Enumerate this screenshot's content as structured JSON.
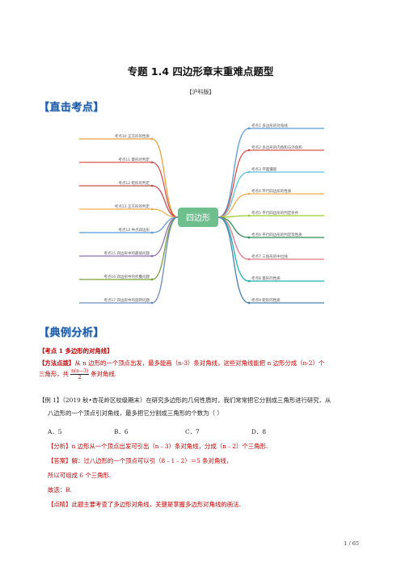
{
  "header": {
    "title": "专题 1.4    四边形章末重难点题型",
    "edition": "【沪科版】"
  },
  "banners": {
    "direct": "【直击考点】",
    "analysis": "【典例分析】"
  },
  "mindmap": {
    "center": "四边形",
    "right": [
      "考点1 多边形的对角线",
      "考点2 多边形的内角和与外角和",
      "考点3 平面镶嵌",
      "考点4 平行四边形的性质",
      "考点5 平行四边形的判定条件",
      "考点6 平行四边形的判定及性质",
      "考点7 三角形的中位线",
      "考点8 菱形的性质",
      "考点9 矩形的性质"
    ],
    "left": [
      "考点10 正方形的性质",
      "考点11 菱形的判定",
      "考点12 矩形的判定",
      "考点13 正方形的判定",
      "考点14 中点四边形",
      "考点15 四边形中的最值问题",
      "考点16 四边形中的折叠问题",
      "考点17 四边形中的旋转问题"
    ],
    "colors": {
      "right": [
        "#5b9bd5",
        "#d9534f",
        "#5bc0de",
        "#f0ad4e",
        "#9acd32",
        "#2e8b57",
        "#e07a8a",
        "#20b2aa",
        "#4682b4"
      ],
      "left": [
        "#e6a23c",
        "#d9534f",
        "#c0504d",
        "#f0ad4e",
        "#5b9bd5",
        "#8e6fb5",
        "#7a9f3a",
        "#6c8ebf"
      ],
      "center_fill": "#6fbf8e"
    }
  },
  "content": {
    "kaodian_label": "【考点 1    多边形的对角线】",
    "method_label": "【方法点拨】",
    "method_text_1": "从 n 边形的一个顶点出发，最多能画（n-3）条对角线，这些对角线能把 n 边形分成（n-2）个",
    "method_text_2a": "三角形，共",
    "frac_num": "n(n−3)",
    "frac_den": "2",
    "method_text_2b": "条对角线.",
    "example_1": "【例 1】（2019 秋•杏花岭区校级期末）在研究多边形的几何性质时，我们常常把它分割成三角形进行研究．从",
    "example_2": "八边形的一个顶点引对角线，最多把它分割成三角形的个数为（        ）",
    "options": [
      "A．5",
      "B．6",
      "C．7",
      "D．8"
    ],
    "analysis_label": "【分析】",
    "analysis_text": "n 边形从一个顶点出发可引出（n﹣3）条对角线，分成（n﹣2）个三角形.",
    "answer_label": "【答案】",
    "answer_text": "解：过八边形的一个顶点可以引（8﹣1﹣2）＝5 条对角线，",
    "answer_line2": "所以可组成 6 个三角形.",
    "answer_line3": "故选：B.",
    "comment_label": "【点睛】",
    "comment_text": "此题主要考查了多边形对角线，关键是掌握多边形对角线的画法."
  },
  "footer": {
    "page": "1 / 65"
  }
}
